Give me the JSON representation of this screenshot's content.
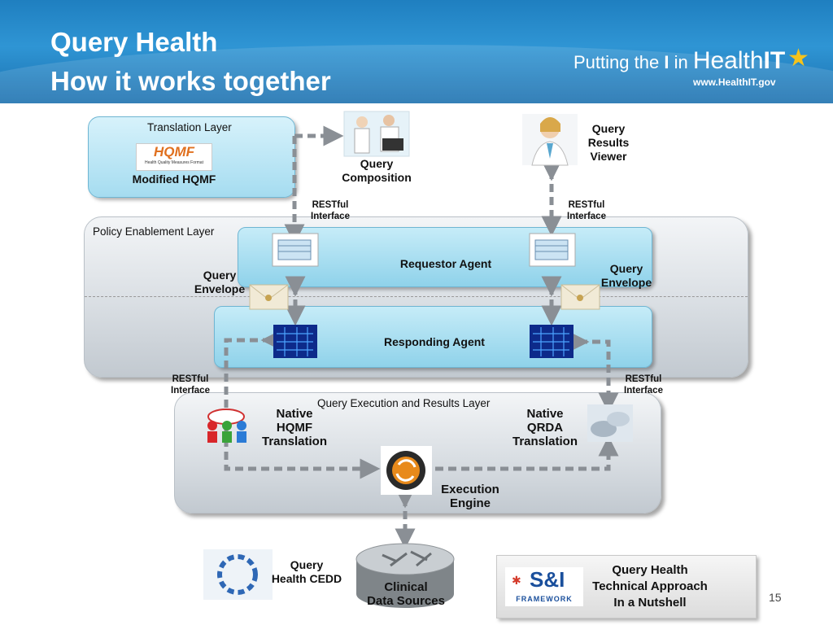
{
  "header": {
    "title_line1": "Query Health",
    "title_line2": "How it works together",
    "brand_text_prefix": "Putting the",
    "brand_text_i": "I",
    "brand_text_in": "in",
    "brand_text_health": "Health",
    "brand_text_it": "IT",
    "brand_url": "www.HealthIT.gov"
  },
  "translation_layer": {
    "title": "Translation Layer",
    "logo_text": "HQMF",
    "logo_subtext": "Health Quality Measures Format",
    "caption": "Modified HQMF"
  },
  "query_composition": {
    "label": "Query\nComposition"
  },
  "query_results_viewer": {
    "label": "Query\nResults\nViewer"
  },
  "restful_left_top": "RESTful\nInterface",
  "restful_right_top": "RESTful\nInterface",
  "policy_layer": {
    "title": "Policy Enablement Layer"
  },
  "requestor_agent": {
    "label": "Requestor Agent"
  },
  "responding_agent": {
    "label": "Responding Agent"
  },
  "query_envelope_left": "Query\nEnvelope",
  "query_envelope_right": "Query\nEnvelope",
  "restful_left_bottom": "RESTful\nInterface",
  "restful_right_bottom": "RESTful\nInterface",
  "execution_layer": {
    "title": "Query Execution and Results Layer"
  },
  "native_hqmf": "Native\nHQMF\nTranslation",
  "native_qrda": "Native\nQRDA\nTranslation",
  "execution_engine": "Execution\nEngine",
  "clinical_data": "Clinical\nData Sources",
  "cedd": "Query\nHealth CEDD",
  "si_framework": {
    "logo_text": "S&I",
    "logo_subtext": "FRAMEWORK",
    "caption": "Query Health\nTechnical Approach\nIn a Nutshell"
  },
  "page_number": "15",
  "colors": {
    "header_blue": "#2a8dd0",
    "arrow_grey": "#8a8f95",
    "layer_blue": "#9fd9ee",
    "star_gold": "#f5c31c"
  }
}
